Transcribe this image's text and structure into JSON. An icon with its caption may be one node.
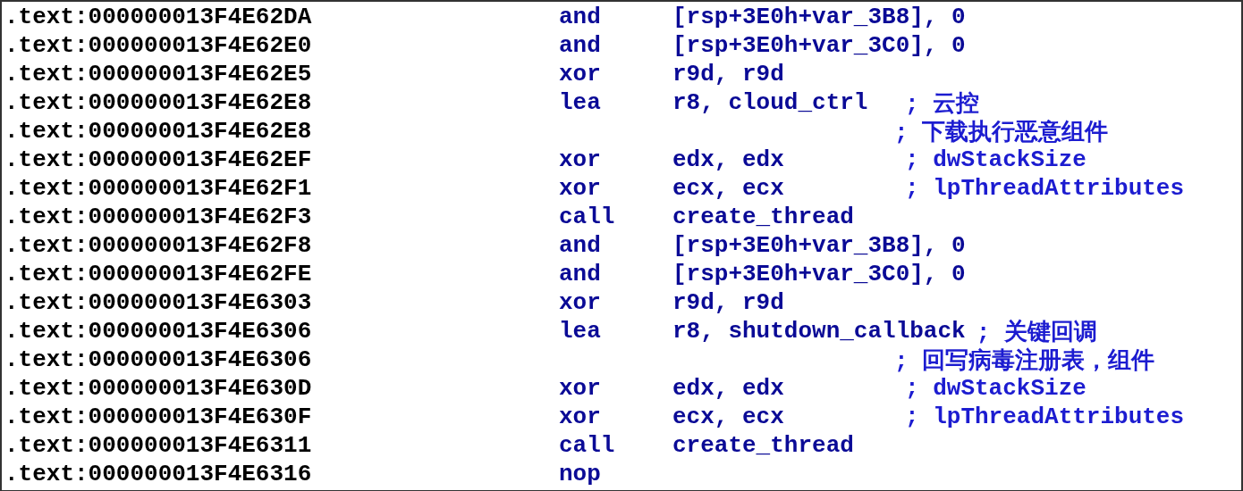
{
  "diagram": {
    "labels": [
      ".text:000000013F4E62DA",
      "and",
      "[rsp+3E0h+var_3B8], 0",
      ".text:000000013F4E62E0",
      "and",
      "[rsp+3E0h+var_3C0], 0",
      ".text:000000013F4E62E5",
      "xor",
      "r9d, r9d",
      ".text:000000013F4E62E8",
      "lea",
      "r8, cloud_ctrl",
      "; 云控",
      ".text:000000013F4E62E8",
      "; 下载执行恶意组件",
      ".text:000000013F4E62EF",
      "xor",
      "edx, edx",
      "; dwStackSize",
      ".text:000000013F4E62F1",
      "xor",
      "ecx, ecx",
      "; lpThreadAttributes",
      ".text:000000013F4E62F3",
      "call",
      "create_thread",
      ".text:000000013F4E62F8",
      "and",
      "[rsp+3E0h+var_3B8], 0",
      ".text:000000013F4E62FE",
      "and",
      "[rsp+3E0h+var_3C0], 0",
      ".text:000000013F4E6303",
      "xor",
      "r9d, r9d",
      ".text:000000013F4E6306",
      "lea",
      "r8, shutdown_callback",
      "; 关键回调",
      ".text:000000013F4E6306",
      "; 回写病毒注册表，组件",
      ".text:000000013F4E630D",
      "xor",
      "edx, edx",
      "; dwStackSize",
      ".text:000000013F4E630F",
      "xor",
      "ecx, ecx",
      "; lpThreadAttributes",
      ".text:000000013F4E6311",
      "call",
      "create_thread",
      ".text:000000013F4E6316",
      "nop"
    ]
  }
}
